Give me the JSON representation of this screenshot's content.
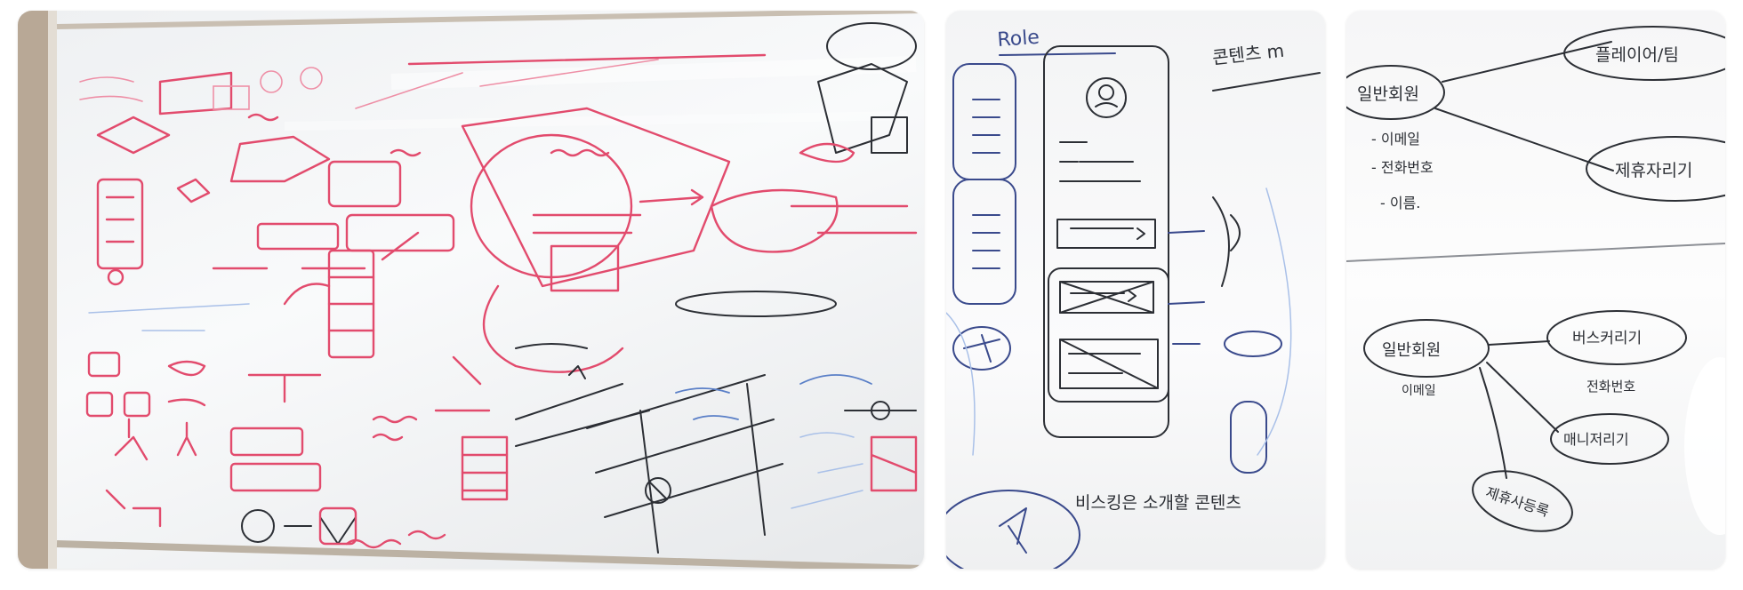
{
  "panels": {
    "first": {
      "subject": "whiteboard-photo"
    },
    "second": {
      "subject": "whiteboard-photo",
      "heading": "Role",
      "tag": "콘텐츠 m",
      "bottom_note": "비스킹은 소개할  콘텐츠"
    },
    "third": {
      "subject": "whiteboard-photo",
      "top_root": "일반회원",
      "top_branch_1": "플레이어/팀",
      "top_branch_2": "제휴자리기",
      "list_1": "- 이메일",
      "list_2": "- 전화번호",
      "list_3": "- 이름.",
      "bottom_root": "일반회원",
      "bottom_branch_1": "버스커리기",
      "bottom_branch_2": "매니저리기",
      "bottom_branch_3": "제휴사등록",
      "bottom_note_1": "이메일",
      "bottom_note_2": "전화번호"
    }
  },
  "colors": {
    "red_marker": "#e24b6d",
    "blue_marker": "#5a7fc7",
    "black_marker": "#2c2f35",
    "navy_marker": "#3a4a8c"
  }
}
